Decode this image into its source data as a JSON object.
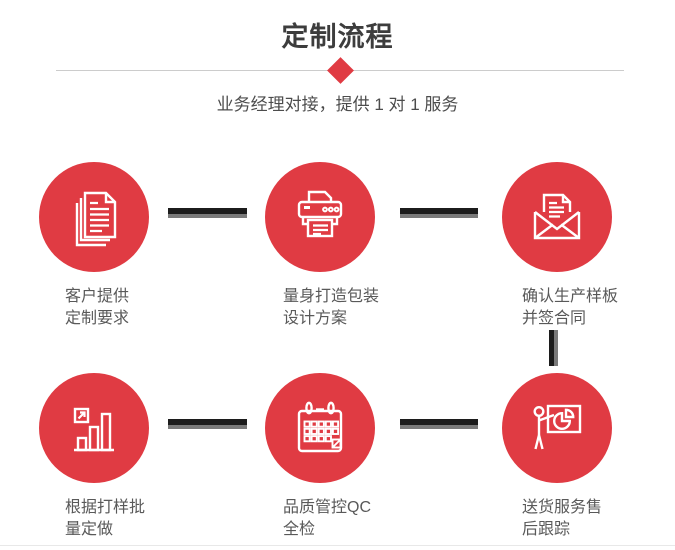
{
  "page": {
    "title": "定制流程",
    "subtitle": "业务经理对接，提供 1 对 1 服务"
  },
  "colors": {
    "accent_red": "#e03b43",
    "title_text": "#3d3d3d",
    "subtitle_text": "#4c4c4c",
    "label_text": "#595959",
    "connector_dark": "#1c1c1c",
    "connector_gray": "#7a7a7a",
    "divider_line": "#cccccc",
    "bottom_rule": "#e8e8e8"
  },
  "steps": [
    {
      "icon": "documents-icon",
      "label_line1": "客户提供",
      "label_line2": "定制要求"
    },
    {
      "icon": "printer-icon",
      "label_line1": "量身打造包装",
      "label_line2": "设计方案"
    },
    {
      "icon": "envelope-icon",
      "label_line1": "确认生产样板",
      "label_line2": "并签合同"
    },
    {
      "icon": "bar-chart-icon",
      "label_line1": "根据打样批",
      "label_line2": "量定做"
    },
    {
      "icon": "calendar-icon",
      "label_line1": "品质管控QC",
      "label_line2": "全检"
    },
    {
      "icon": "presentation-icon",
      "label_line1": "送货服务售",
      "label_line2": "后跟踪"
    }
  ]
}
